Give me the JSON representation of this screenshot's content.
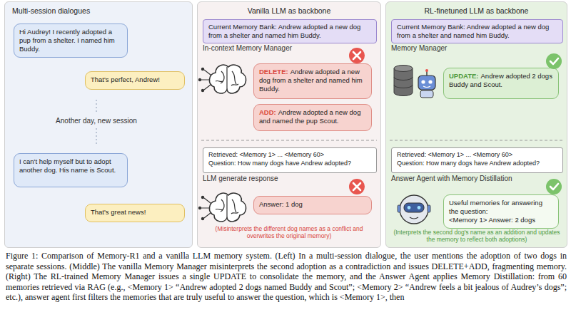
{
  "diagram": {
    "caption": "Figure 1: Comparison of Memory-R1 and a vanilla LLM memory system. (Left) In a multi-session dialogue, the user mentions the adoption of two dogs in separate sessions. (Middle) The vanilla Memory Manager misinterprets the second adoption as a contradiction and issues DELETE+ADD, fragmenting memory. (Right) The RL-trained Memory Manager issues a single UPDATE to consolidate the memory, and the Answer Agent applies Memory Distillation: from 60 memories retrieved via RAG (e.g., <Memory 1> “Andrew adopted 2 dogs named Buddy and Scout”; <Memory 2> “Andrew feels a bit jealous of Audrey’s dogs”; etc.), answer agent first filters the memories that are truly useful to answer the question, which is <Memory 1>, then",
    "nodes": [
      {
        "text": [
          "Multi-session dialogues"
        ]
      },
      {
        "text": [
          "Hi Audrey! I recently adopted a pup from a shelter. I named him Buddy."
        ],
        "in": 0
      },
      {
        "text": [
          "That's perfect, Andrew!"
        ],
        "in": 0
      },
      {
        "text": [
          "I can't help myself but to adopt another dog. His name is Scout."
        ],
        "in": 0
      },
      {
        "text": [
          "That's great news!"
        ],
        "in": 0
      },
      {
        "text": [
          "Vanilla LLM as backbone"
        ]
      },
      {
        "text": [
          "Current Memory Bank: Andrew adopted a new dog from a shelter and named him Buddy."
        ],
        "in": 5
      },
      {
        "text": [
          "DELETE:",
          "Andrew adopted a new dog from a shelter and named him Buddy."
        ],
        "in": 5
      },
      {
        "text": [
          "ADD:",
          "Andrew adopted a new dog and named the pup Scout."
        ],
        "in": 5
      },
      {
        "text": [
          "Retrieved: <Memory 1> ... <Memory 60>",
          "Question: How many dogs have Andrew adopted?"
        ],
        "in": 5
      },
      {
        "text": [
          "Answer: 1 dog"
        ],
        "in": 5
      },
      {
        "text": [
          "RL-finetuned LLM as backbone"
        ]
      },
      {
        "text": [
          "Current Memory Bank: Andrew adopted a new dog from a shelter and named him Buddy."
        ],
        "in": 11
      },
      {
        "text": [
          "UPDATE:",
          "Andrew adopted 2 dogs Buddy and Scout."
        ],
        "in": 11
      },
      {
        "text": [
          "Retrieved: <Memory 1> ... <Memory 60>",
          "Question: How many dogs have Andrew adopted?"
        ],
        "in": 11
      },
      {
        "text": [
          "Useful memories for answering the question:",
          "<Memory 1> Answer: 2 dogs"
        ],
        "in": 11
      }
    ],
    "labels": [
      "Another day, new session",
      "In-context Memory Manager",
      "LLM generate response",
      "(Misinterprets the different dog names as a conflict and overwrites the original memory)",
      "Memory Manager",
      "Answer Agent with Memory Distillation",
      "(Interprets the second dog's name as an addition and updates the memory to reflect both adoptions)"
    ]
  }
}
